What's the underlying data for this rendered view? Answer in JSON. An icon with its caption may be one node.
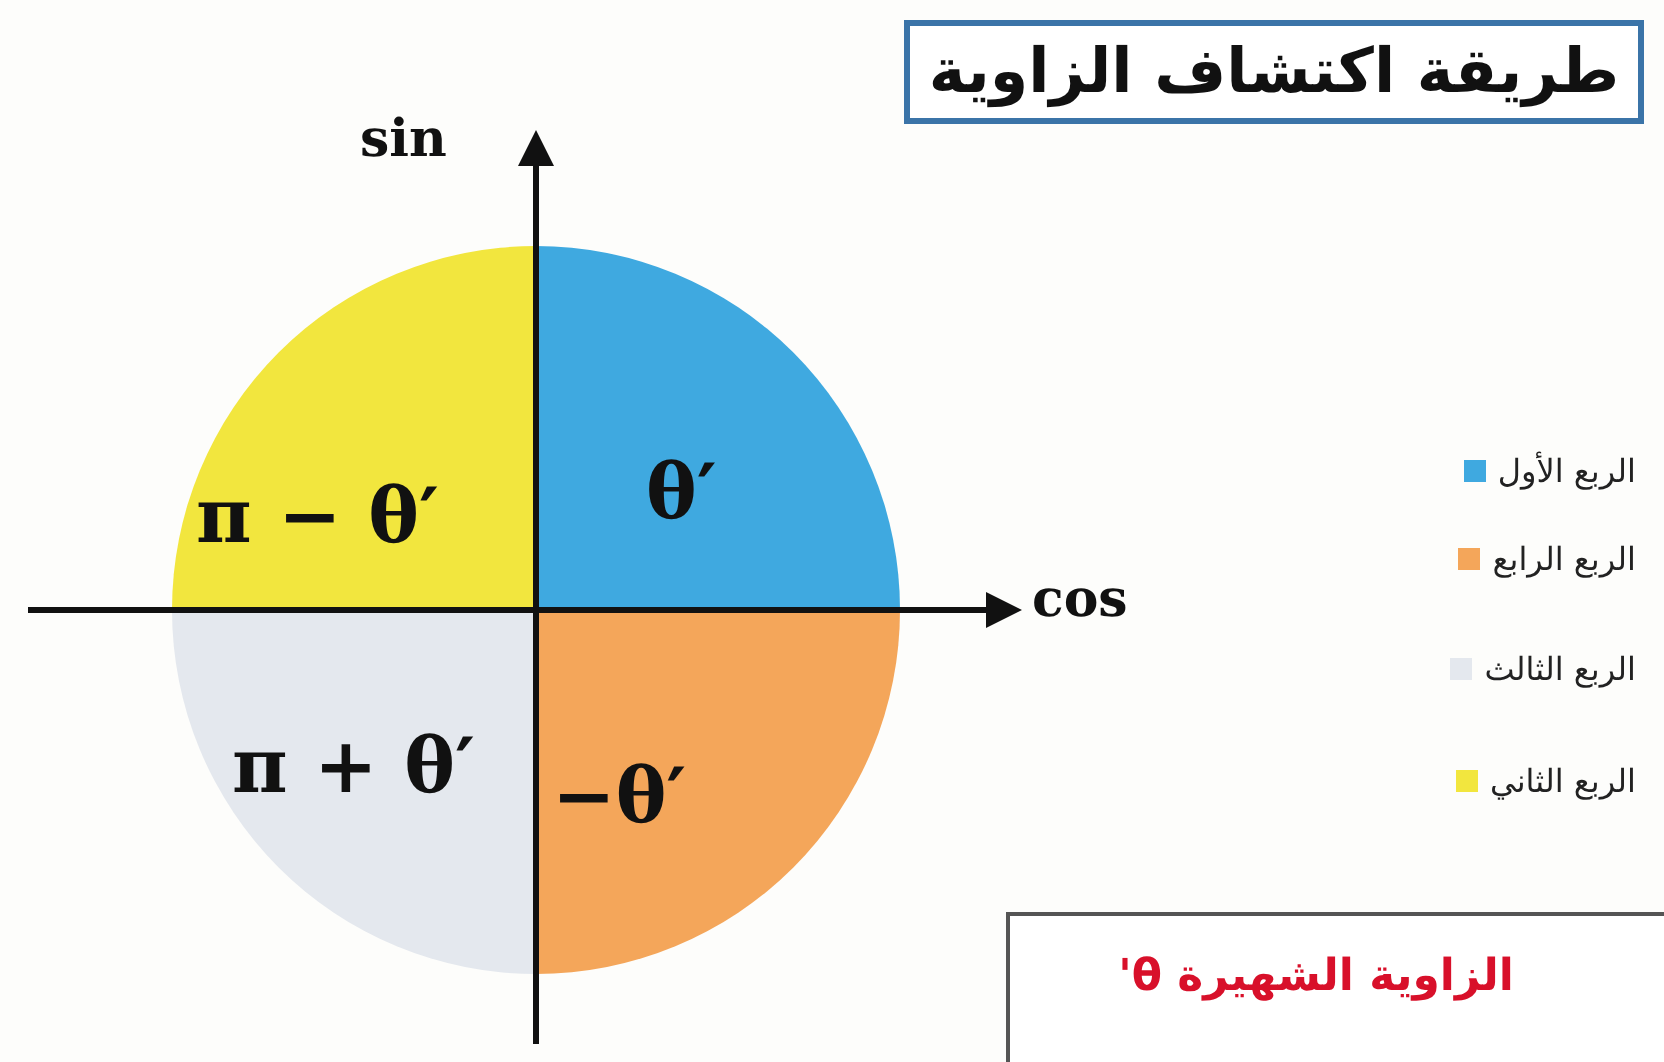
{
  "diagram": {
    "title": "طريقة اكتشاف الزاوية",
    "nodes": [
      {
        "text": [
          "π − θ′"
        ]
      },
      {
        "text": [
          "θ′"
        ]
      },
      {
        "text": [
          "π + θ′"
        ]
      },
      {
        "text": [
          "−θ′"
        ]
      },
      {
        "text": [
          "الزاوية الشهيرة θ'"
        ]
      }
    ],
    "labels": [
      "sin",
      "cos"
    ],
    "legend": [
      {
        "text": "الربع الأول",
        "color": "#3fa9e0"
      },
      {
        "text": "الربع الرابع",
        "color": "#f4a65a"
      },
      {
        "text": "الربع الثالث",
        "color": "#e4e8ee"
      },
      {
        "text": "الربع الثاني",
        "color": "#f2e63e"
      }
    ]
  }
}
